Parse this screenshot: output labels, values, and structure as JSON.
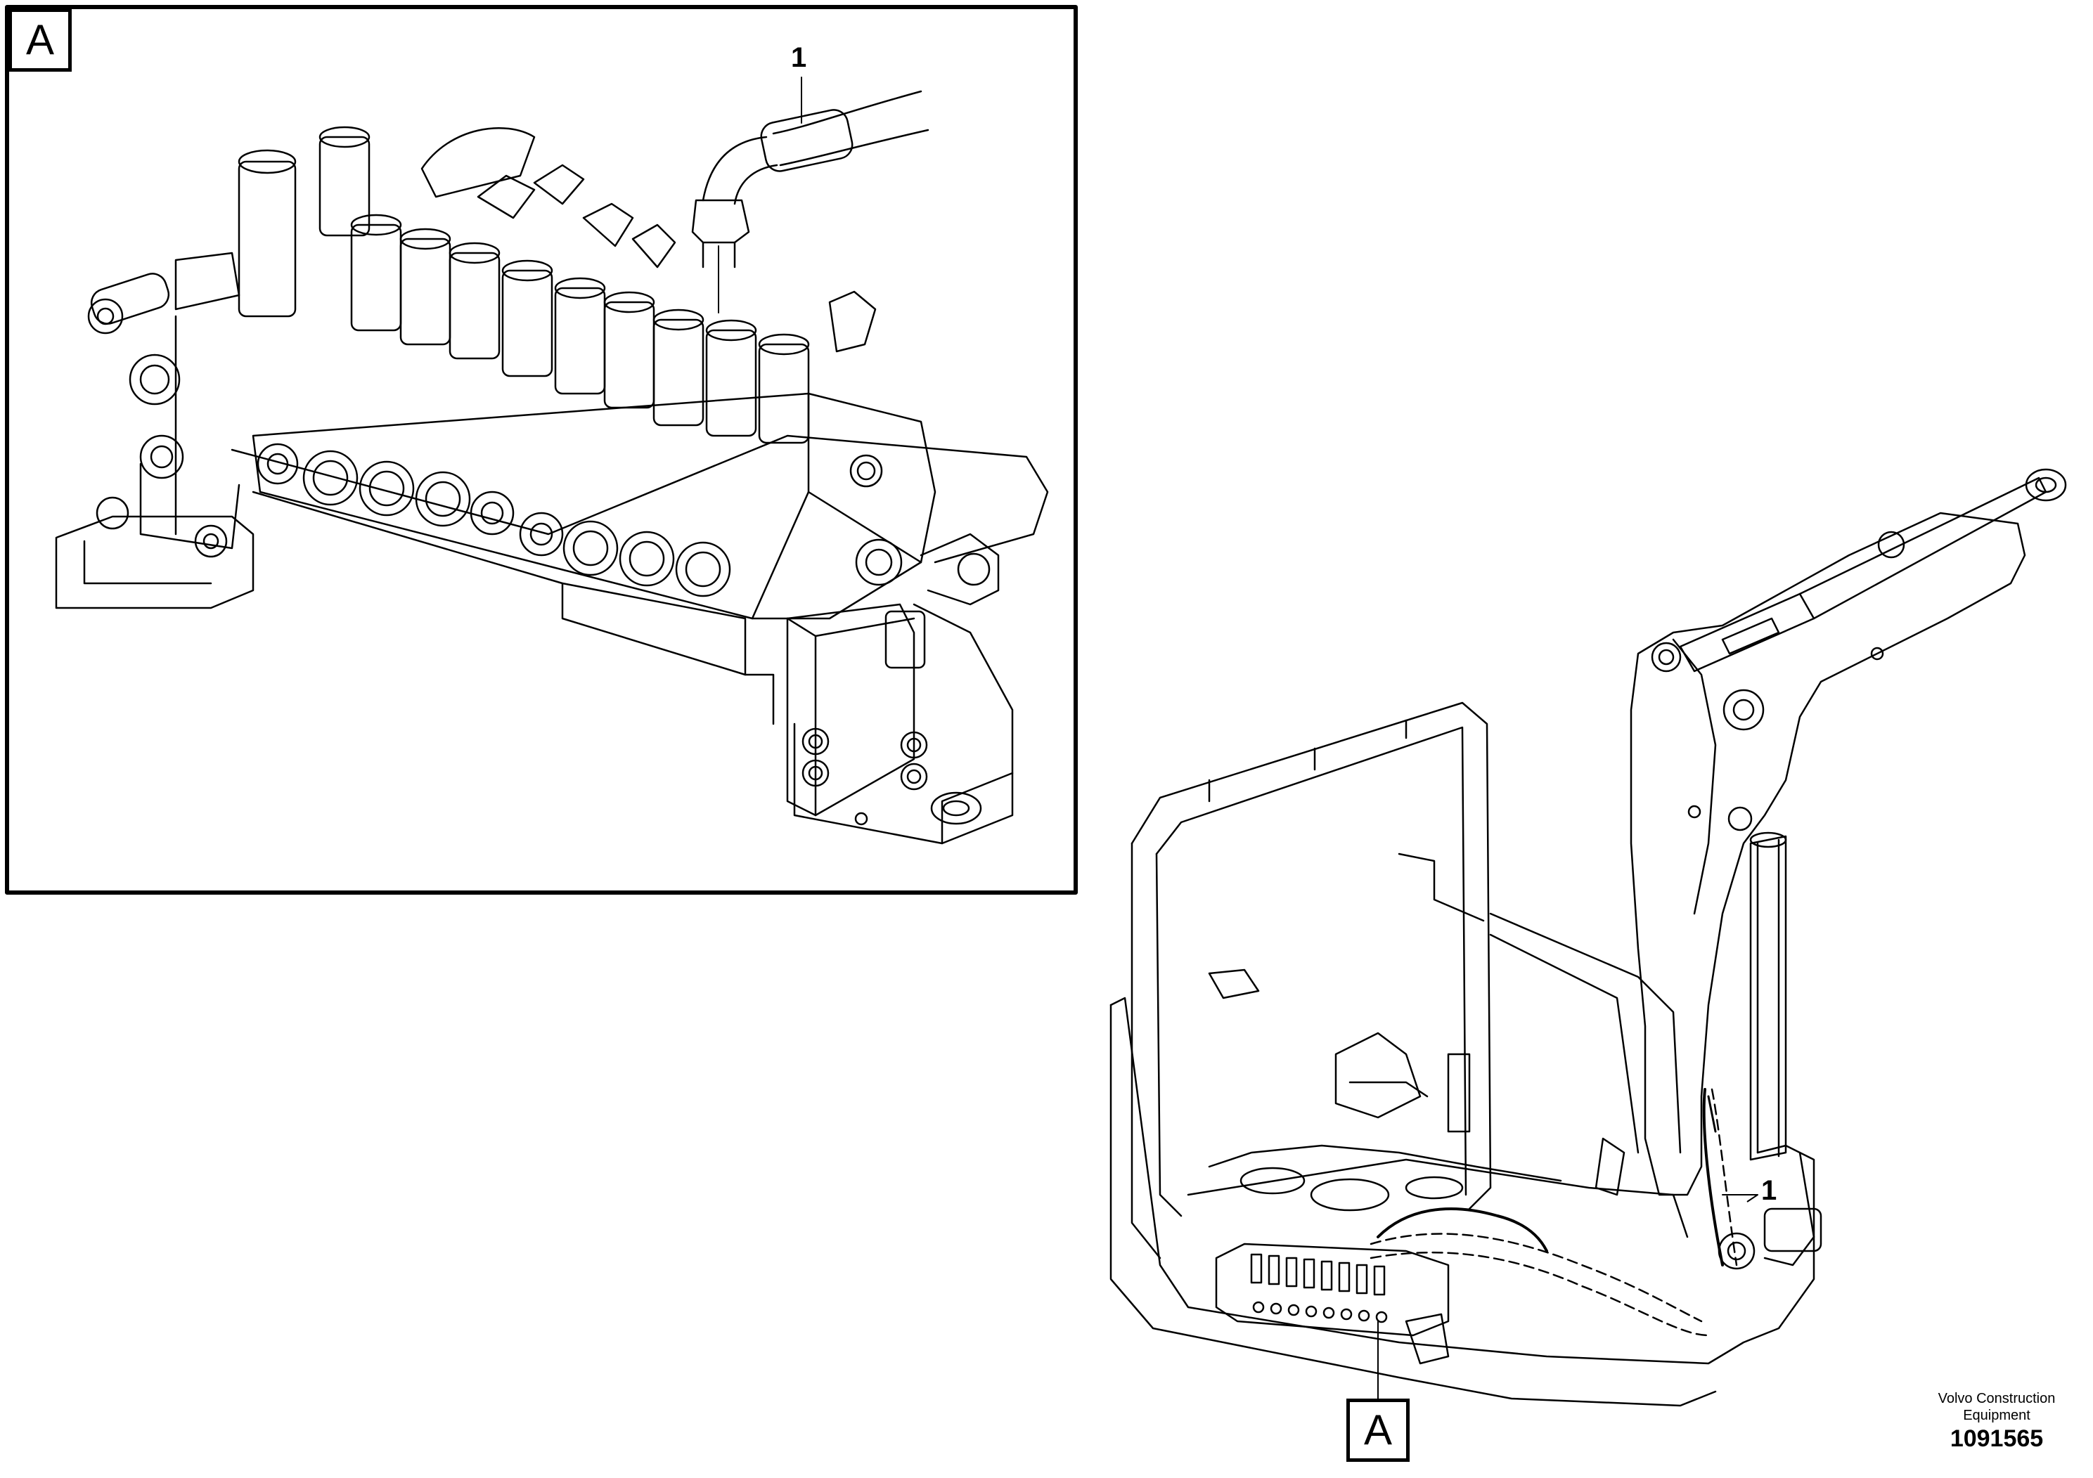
{
  "detail_view": {
    "tag": "A",
    "callout": "1"
  },
  "overview": {
    "callout": "1",
    "detail_tag": "A"
  },
  "footer": {
    "company_line1": "Volvo Construction",
    "company_line2": "Equipment",
    "document_number": "1091565"
  },
  "colors": {
    "line": "#000000",
    "background": "#ffffff"
  }
}
